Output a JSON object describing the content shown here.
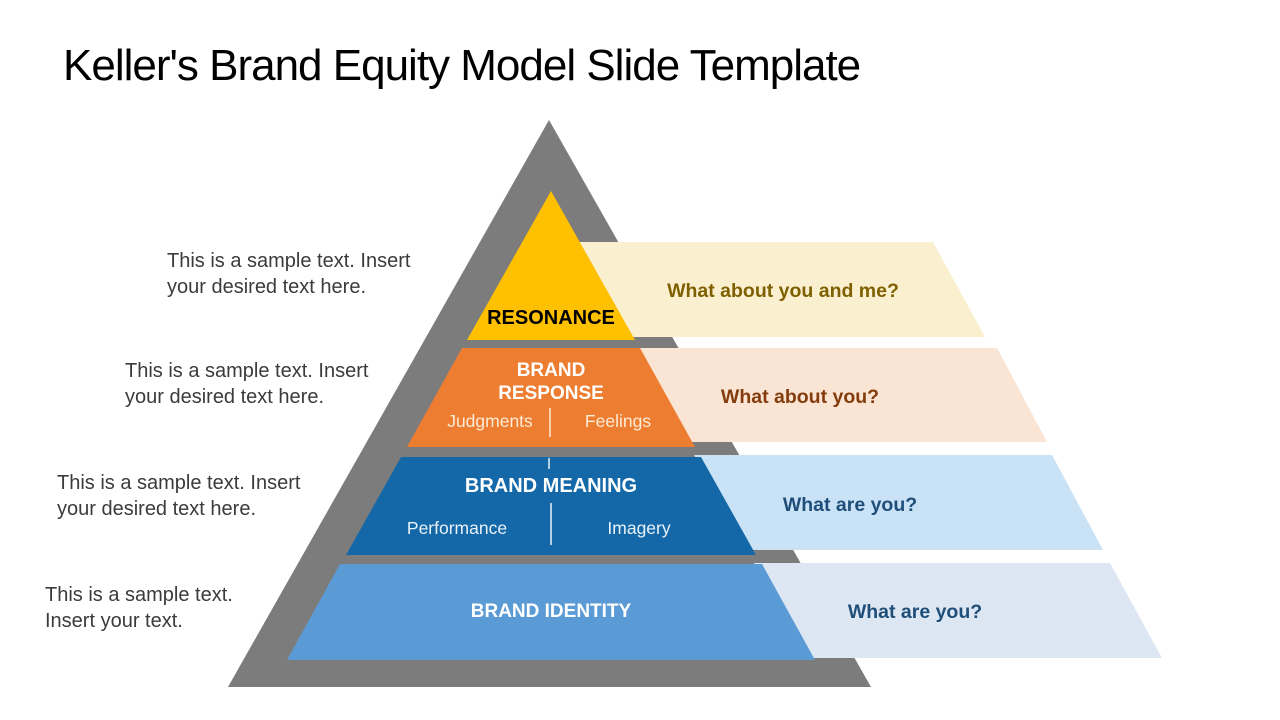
{
  "title": "Keller's Brand Equity Model Slide Template",
  "colors": {
    "background": "#FFFFFF",
    "pyramid_back": "#7C7C7C",
    "title_text": "#000000",
    "note_text": "#3B3B3B"
  },
  "levels": [
    {
      "label": "RESONANCE",
      "color": "#FFC000",
      "label_color": "#000000"
    },
    {
      "label": "BRAND RESPONSE",
      "color": "#ED7D31",
      "label_color": "#FFFFFF",
      "sub_left": "Judgments",
      "sub_right": "Feelings",
      "sub_color": "#FDEBD5"
    },
    {
      "label": "BRAND MEANING",
      "color": "#1568A8",
      "label_color": "#FFFFFF",
      "sub_left": "Performance",
      "sub_right": "Imagery",
      "sub_color": "#E8F2FA"
    },
    {
      "label": "BRAND IDENTITY",
      "color": "#5B9BD5",
      "label_color": "#FFFFFF"
    }
  ],
  "callouts": [
    {
      "text": "What about you and me?",
      "bg": "#FAF0CF",
      "color": "#7F6000"
    },
    {
      "text": "What about you?",
      "bg": "#FAE5D5",
      "color": "#843C0C"
    },
    {
      "text": "What are you?",
      "bg": "#C9E2F6",
      "color": "#1F4E79"
    },
    {
      "text": "What are you?",
      "bg": "#DDE7F3",
      "color": "#1F4E79"
    }
  ],
  "side_notes": [
    {
      "line1": "This is a sample text. Insert",
      "line2": "your desired text here."
    },
    {
      "line1": "This is a sample text. Insert",
      "line2": "your desired text here."
    },
    {
      "line1": "This is a sample text. Insert",
      "line2": "your desired text here."
    },
    {
      "line1": "This is a sample text.",
      "line2": "Insert your text."
    }
  ]
}
